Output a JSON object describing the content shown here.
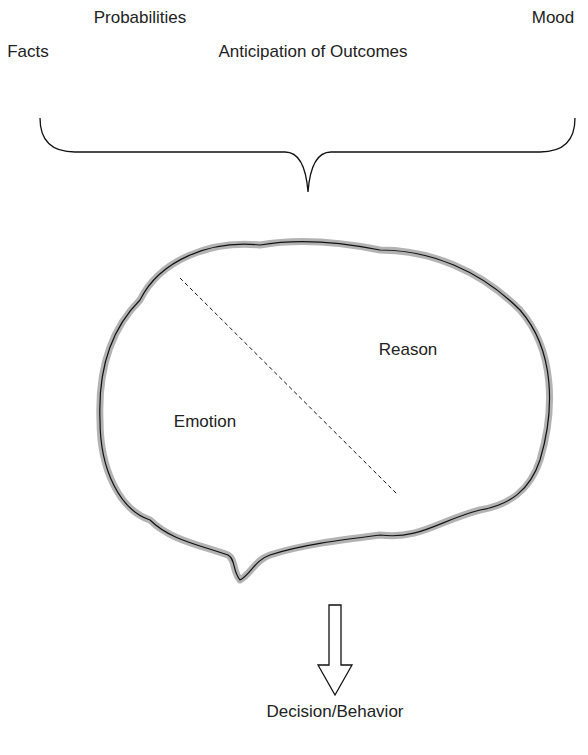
{
  "diagram": {
    "nodes": [
      {
        "text": [
          "Emotion",
          "Reason"
        ]
      }
    ],
    "labels": [
      "Probabilities",
      "Mood",
      "Facts",
      "Anticipation of Outcomes",
      "Decision/Behavior"
    ]
  }
}
